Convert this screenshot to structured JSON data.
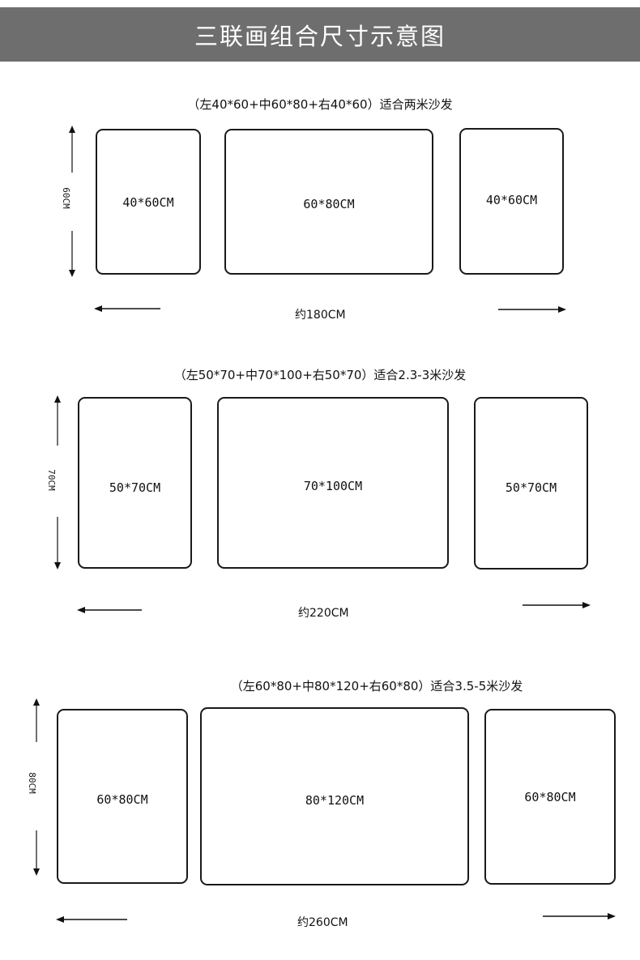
{
  "header": {
    "title": "三联画组合尺寸示意图"
  },
  "sets": [
    {
      "caption": "（左40*60+中60*80+右40*60）适合两米沙发",
      "height_label": "60CM",
      "panels": [
        "40*60CM",
        "60*80CM",
        "40*60CM"
      ],
      "total_width": "约180CM"
    },
    {
      "caption": "（左50*70+中70*100+右50*70）适合2.3-3米沙发",
      "height_label": "70CM",
      "panels": [
        "50*70CM",
        "70*100CM",
        "50*70CM"
      ],
      "total_width": "约220CM"
    },
    {
      "caption": "（左60*80+中80*120+右60*80）适合3.5-5米沙发",
      "height_label": "80CM",
      "panels": [
        "60*80CM",
        "80*120CM",
        "60*80CM"
      ],
      "total_width": "约260CM"
    }
  ]
}
